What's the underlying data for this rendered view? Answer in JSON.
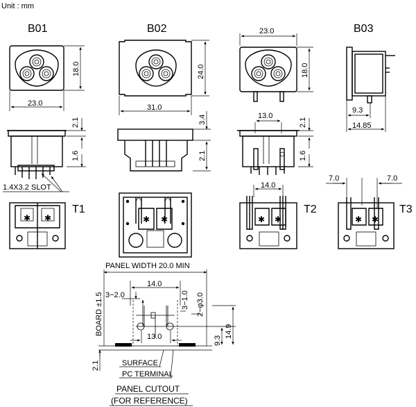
{
  "unit_label": "Unit : mm",
  "views": {
    "b01": {
      "title": "B01",
      "width": "23.0",
      "height": "18.0",
      "side_top": "2.1",
      "side_bottom": "1.6",
      "slot": "1.4X3.2  SLOT"
    },
    "b02": {
      "title": "B02",
      "width": "31.0",
      "height": "24.0",
      "side_top": "3.4",
      "side_bottom": "2.1"
    },
    "b03a": {
      "width": "23.0",
      "height": "18.0",
      "pin_span": "13.0",
      "side_top": "2.1",
      "side_bottom": "1.6"
    },
    "b03": {
      "title": "B03",
      "depth": "9.3",
      "total": "14.85"
    }
  },
  "terminals": {
    "t1": "T1",
    "t2": "T2",
    "t3": "T3",
    "t2_span": "14.0",
    "t3_left": "7.0",
    "t3_right": "7.0"
  },
  "cutout": {
    "panel_width": "PANEL WIDTH 20.0 MIN",
    "top_span": "14.0",
    "board": "BOARD ±1.5",
    "left_off": "3−2.0",
    "right_off": "3−1.0",
    "hole": "2−φ3.0",
    "bottom_span": "13.0",
    "h1": "9.3",
    "h2": "14.9",
    "thick": "2.1",
    "surface": "SURFACE",
    "pc_terminal": "PC TERMINAL",
    "caption1": "PANEL CUTOUT",
    "caption2": "(FOR REFERENCE)"
  }
}
